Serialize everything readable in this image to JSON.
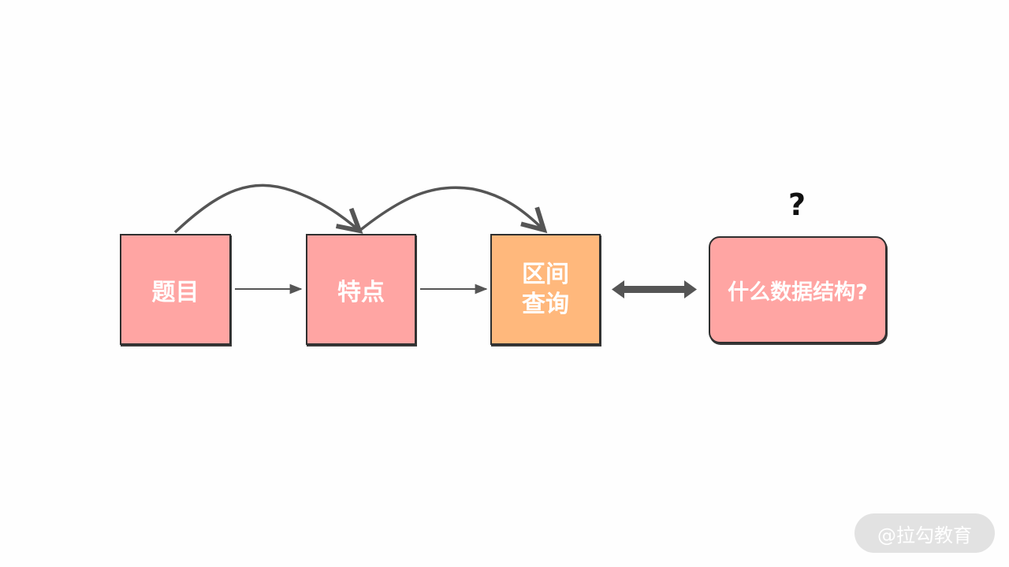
{
  "nodes": {
    "topic": "题目",
    "feature": "特点",
    "range_query_line1": "区间",
    "range_query_line2": "查询",
    "data_structure": "什么数据结构?"
  },
  "question_mark": "?",
  "watermark": "@拉勾教育",
  "colors": {
    "pink": "#ffa5a3",
    "orange": "#ffb87c",
    "arrow": "#555555",
    "outline": "#2f2f2f"
  }
}
